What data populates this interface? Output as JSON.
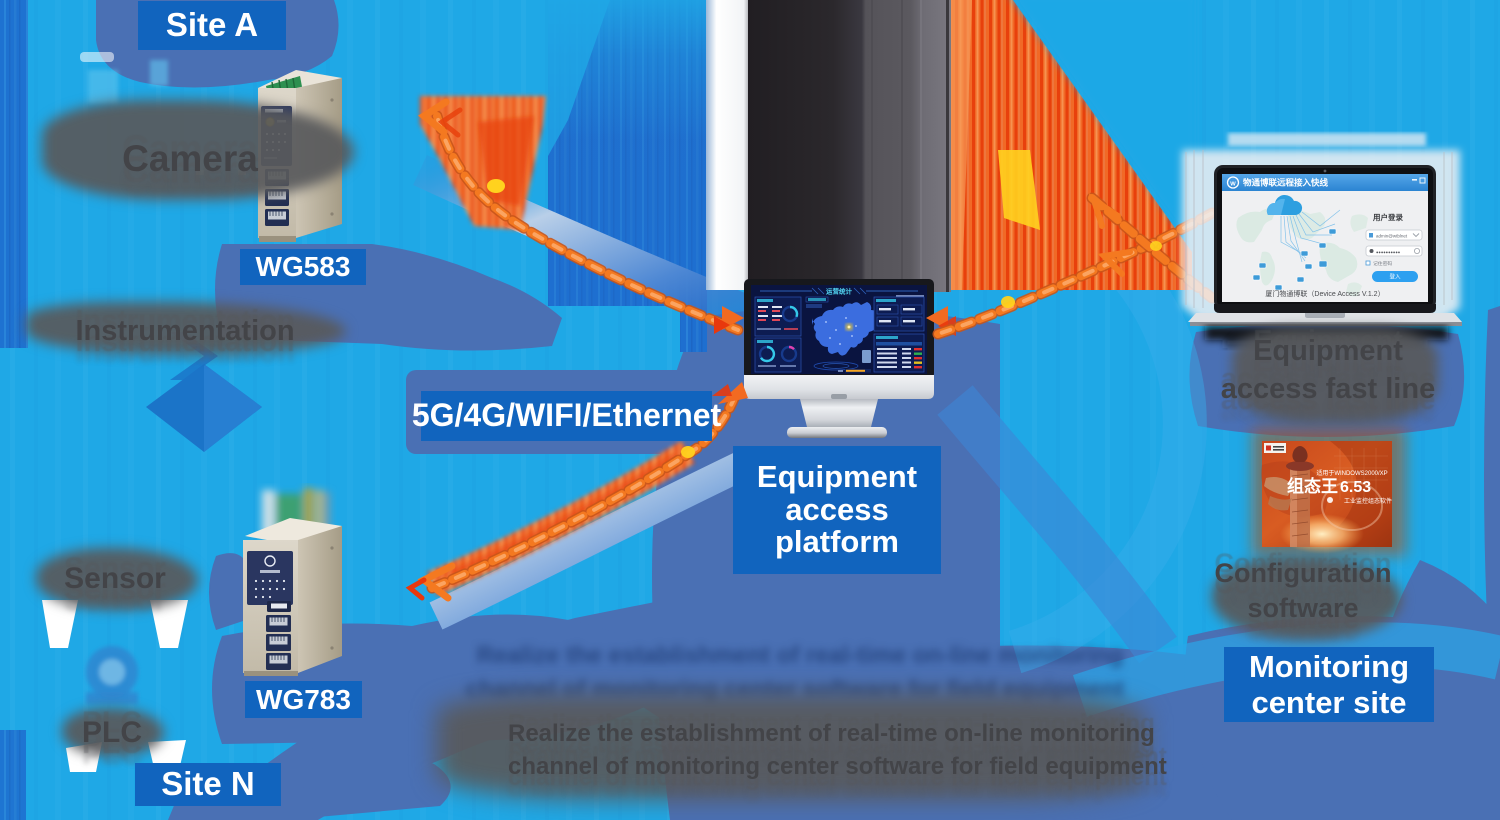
{
  "palette": {
    "background": "#1fa8e6",
    "label_box_blue": "#1164be",
    "slate_blue": "#4a70b4",
    "royal_blue": "#1e6fd0",
    "chain_orange": "#f26a21",
    "chain_red": "#e8380d",
    "chain_yellow": "#ffd21e",
    "ghost_text_gray": "#58595b"
  },
  "left_top": {
    "site_label": "Site A",
    "field_device1": "Camera",
    "field_device2": "Instrumentation",
    "gateway_model": "WG583"
  },
  "left_bottom": {
    "field_device1": "Sensor",
    "field_device2": "PLC",
    "gateway_model": "WG783",
    "site_label": "Site N"
  },
  "center": {
    "link_label": "5G/4G/WIFI/Ethernet",
    "platform_label": "Equipment\naccess\nplatform",
    "monitor_dashboard_title": "运营统计",
    "caption_line1": "Realize the establishment of real-time on-line monitoring",
    "caption_line2": "channel of monitoring center software for field equipment"
  },
  "right": {
    "laptop": {
      "window_title": "物通博联远程接入快线",
      "login_heading": "用户登录",
      "username_value": "admin@wtblnet",
      "password_value": "●●●●●●●●●●",
      "remember_label": "记住密码",
      "login_button_label": "登入",
      "footer_text": "厦门物通博联（Device Access V.1.2）"
    },
    "fastline_label": "Equipment\naccess fast line",
    "software_box": {
      "compat_line": "适用于WINDOWS2000/XP",
      "title_cn": "组态王",
      "title_version": "6.53",
      "tagline": "工业监控组态软件"
    },
    "config_label": "Configuration\nsoftware",
    "site_label": "Monitoring\ncenter site"
  }
}
